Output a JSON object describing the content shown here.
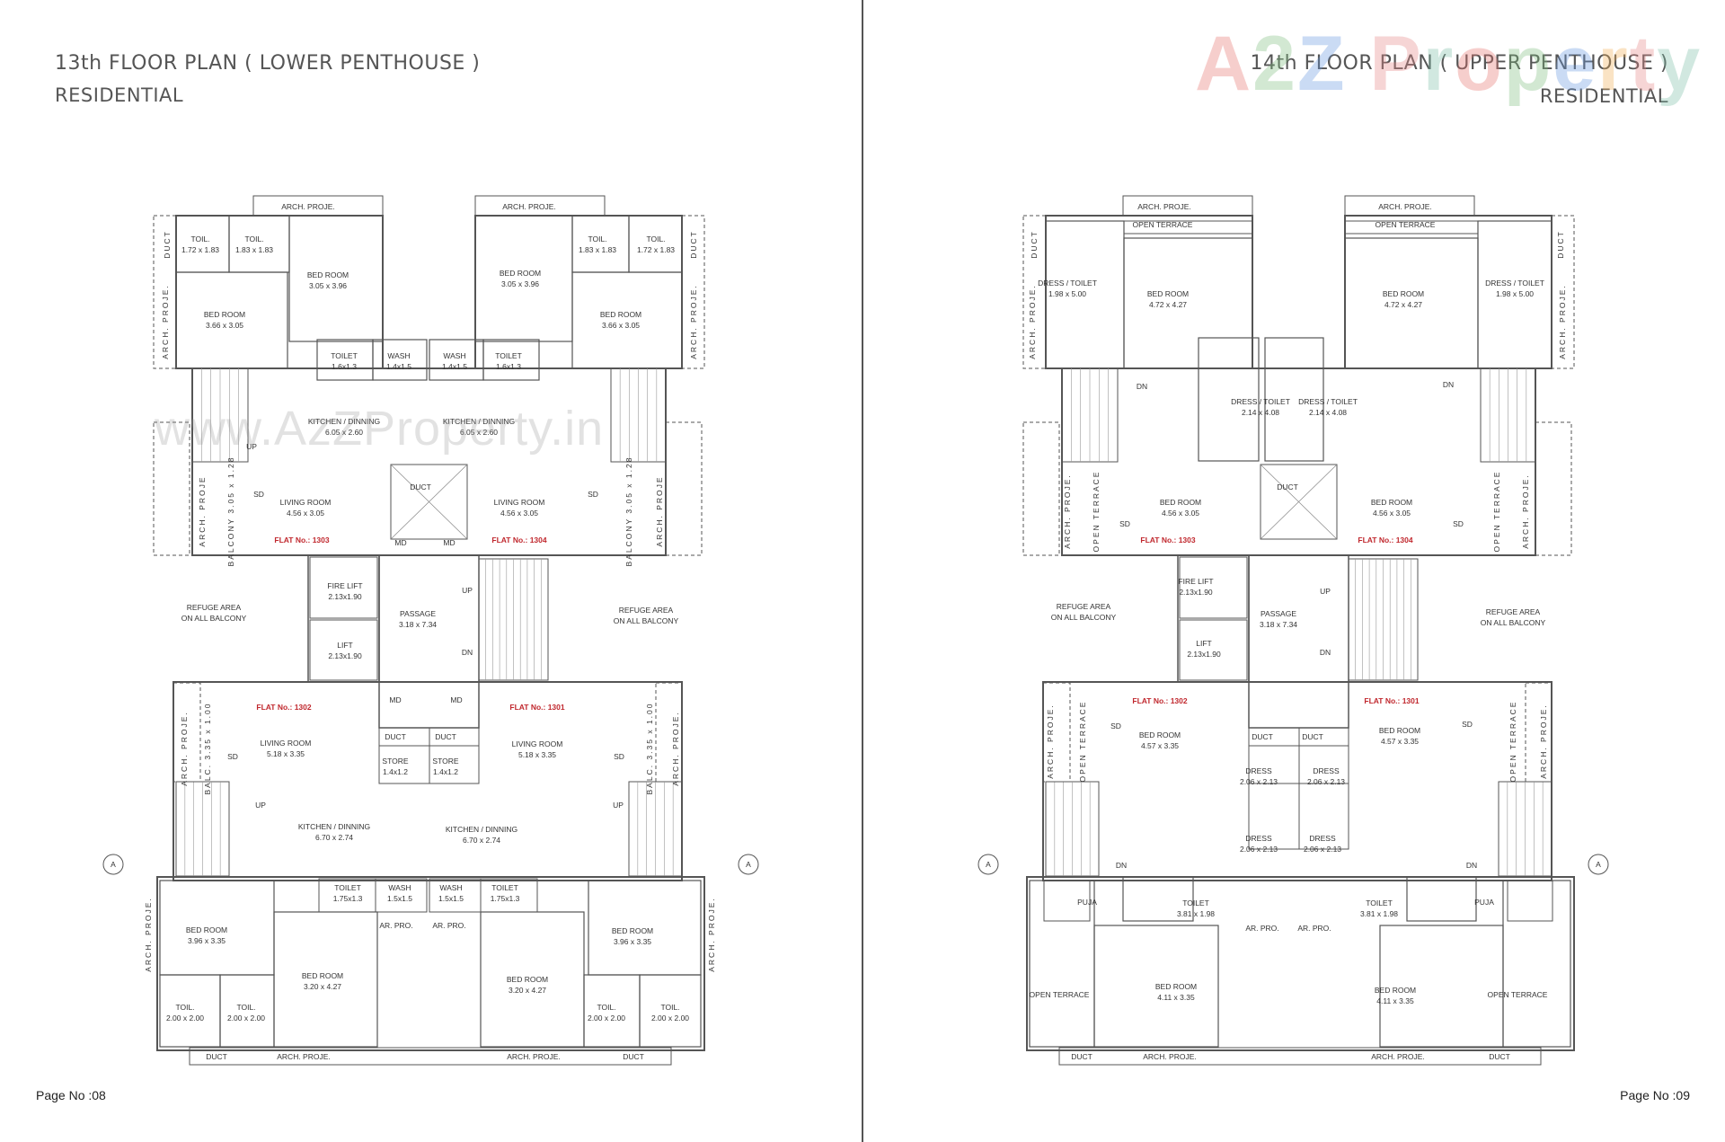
{
  "left_page": {
    "title": "13th FLOOR PLAN ( LOWER PENTHOUSE )",
    "subtitle": "RESIDENTIAL",
    "page_no": "Page No :08",
    "watermark": "www.AzZProperty.in",
    "labels": [
      {
        "name": "ARCH. PROJE.",
        "size": ""
      },
      {
        "name": "ARCH. PROJE.",
        "size": ""
      },
      {
        "name": "TOIL.",
        "size": "1.72 x 1.83"
      },
      {
        "name": "TOIL.",
        "size": "1.83 x 1.83"
      },
      {
        "name": "BED ROOM",
        "size": "3.05 x 3.96"
      },
      {
        "name": "BED ROOM",
        "size": "3.66 x 3.05"
      },
      {
        "name": "TOILET",
        "size": "1.6x1.3"
      },
      {
        "name": "WASH",
        "size": "1.4x1.5"
      },
      {
        "name": "WASH",
        "size": "1.4x1.5"
      },
      {
        "name": "TOILET",
        "size": "1.6x1.3"
      },
      {
        "name": "BED ROOM",
        "size": "3.05 x 3.96"
      },
      {
        "name": "TOIL.",
        "size": "1.83 x 1.83"
      },
      {
        "name": "TOIL.",
        "size": "1.72 x 1.83"
      },
      {
        "name": "BED ROOM",
        "size": "3.66 x 3.05"
      },
      {
        "name": "KITCHEN / DINNING",
        "size": "6.05 x 2.60"
      },
      {
        "name": "KITCHEN / DINNING",
        "size": "6.05 x 2.60"
      },
      {
        "name": "DUCT",
        "size": ""
      },
      {
        "name": "LIVING ROOM",
        "size": "4.56 x 3.05"
      },
      {
        "name": "LIVING ROOM",
        "size": "4.56 x 3.05"
      },
      {
        "name": "FIRE LIFT",
        "size": "2.13x1.90"
      },
      {
        "name": "LIFT",
        "size": "2.13x1.90"
      },
      {
        "name": "PASSAGE",
        "size": "3.18 x 7.34"
      },
      {
        "name": "REFUGE AREA",
        "size": "ON ALL BALCONY"
      },
      {
        "name": "REFUGE AREA",
        "size": "ON ALL BALCONY"
      },
      {
        "name": "LIVING ROOM",
        "size": "5.18 x 3.35"
      },
      {
        "name": "LIVING ROOM",
        "size": "5.18 x 3.35"
      },
      {
        "name": "DUCT",
        "size": ""
      },
      {
        "name": "DUCT",
        "size": ""
      },
      {
        "name": "STORE",
        "size": "1.4x1.2"
      },
      {
        "name": "STORE",
        "size": "1.4x1.2"
      },
      {
        "name": "KITCHEN / DINNING",
        "size": "6.70 x 2.74"
      },
      {
        "name": "KITCHEN / DINNING",
        "size": "6.70 x 2.74"
      },
      {
        "name": "TOILET",
        "size": "1.75x1.3"
      },
      {
        "name": "WASH",
        "size": "1.5x1.5"
      },
      {
        "name": "WASH",
        "size": "1.5x1.5"
      },
      {
        "name": "TOILET",
        "size": "1.75x1.3"
      },
      {
        "name": "AR. PRO.",
        "size": ""
      },
      {
        "name": "AR. PRO.",
        "size": ""
      },
      {
        "name": "BED ROOM",
        "size": "3.96 x 3.35"
      },
      {
        "name": "BED ROOM",
        "size": "3.96 x 3.35"
      },
      {
        "name": "BED ROOM",
        "size": "3.20 x 4.27"
      },
      {
        "name": "BED ROOM",
        "size": "3.20 x 4.27"
      },
      {
        "name": "TOIL.",
        "size": "2.00 x 2.00"
      },
      {
        "name": "TOIL.",
        "size": "2.00 x 2.00"
      },
      {
        "name": "TOIL.",
        "size": "2.00 x 2.00"
      },
      {
        "name": "TOIL.",
        "size": "2.00 x 2.00"
      },
      {
        "name": "DUCT",
        "size": ""
      },
      {
        "name": "ARCH. PROJE.",
        "size": ""
      },
      {
        "name": "ARCH. PROJE.",
        "size": ""
      },
      {
        "name": "DUCT",
        "size": ""
      }
    ],
    "vertical_labels": [
      "ARCH. PROJE.",
      "ARCH. PROJE.",
      "ARCH. PROJE",
      "BALCONY 3.05 x 1.28",
      "BALCONY 3.05 x 1.28",
      "ARCH. PROJE",
      "ARCH. PROJE.",
      "BALC. 3.35 x 1.00",
      "BALC. 3.35 x 1.00",
      "ARCH. PROJE.",
      "ARCH. PROJE.",
      "ARCH. PROJE.",
      "DUCT",
      "DUCT"
    ],
    "flats": [
      "FLAT No.: 1303",
      "FLAT No.: 1304",
      "FLAT No.: 1302",
      "FLAT No.: 1301"
    ],
    "marks": [
      "UP",
      "UP",
      "DN",
      "UP",
      "UP",
      "MD",
      "MD",
      "MD",
      "MD",
      "SD",
      "SD",
      "SD",
      "SD",
      "A",
      "A"
    ]
  },
  "right_page": {
    "title": "14th FLOOR PLAN ( UPPER PENTHOUSE )",
    "subtitle": "RESIDENTIAL",
    "page_no": "Page No :09",
    "logo": "A2Z Property",
    "labels": [
      {
        "name": "ARCH. PROJE.",
        "size": ""
      },
      {
        "name": "ARCH. PROJE.",
        "size": ""
      },
      {
        "name": "OPEN TERRACE",
        "size": ""
      },
      {
        "name": "OPEN TERRACE",
        "size": ""
      },
      {
        "name": "DRESS / TOILET",
        "size": "1.98 x 5.00"
      },
      {
        "name": "DRESS / TOILET",
        "size": "1.98 x 5.00"
      },
      {
        "name": "BED ROOM",
        "size": "4.72 x 4.27"
      },
      {
        "name": "BED ROOM",
        "size": "4.72 x 4.27"
      },
      {
        "name": "DRESS / TOILET",
        "size": "2.14 x 4.08"
      },
      {
        "name": "DRESS / TOILET",
        "size": "2.14 x 4.08"
      },
      {
        "name": "DUCT",
        "size": ""
      },
      {
        "name": "BED ROOM",
        "size": "4.56 x 3.05"
      },
      {
        "name": "BED ROOM",
        "size": "4.56 x 3.05"
      },
      {
        "name": "FIRE LIFT",
        "size": "2.13x1.90"
      },
      {
        "name": "LIFT",
        "size": "2.13x1.90"
      },
      {
        "name": "PASSAGE",
        "size": "3.18 x 7.34"
      },
      {
        "name": "REFUGE AREA",
        "size": "ON ALL BALCONY"
      },
      {
        "name": "REFUGE AREA",
        "size": "ON ALL BALCONY"
      },
      {
        "name": "BED ROOM",
        "size": "4.57 x 3.35"
      },
      {
        "name": "BED ROOM",
        "size": "4.57 x 3.35"
      },
      {
        "name": "DUCT",
        "size": ""
      },
      {
        "name": "DUCT",
        "size": ""
      },
      {
        "name": "DRESS",
        "size": "2.06 x 2.13"
      },
      {
        "name": "DRESS",
        "size": "2.06 x 2.13"
      },
      {
        "name": "DRESS",
        "size": "2.06 x 2.13"
      },
      {
        "name": "DRESS",
        "size": "2.06 x 2.13"
      },
      {
        "name": "PUJA",
        "size": ""
      },
      {
        "name": "PUJA",
        "size": ""
      },
      {
        "name": "TOILET",
        "size": "3.81 x 1.98"
      },
      {
        "name": "TOILET",
        "size": "3.81 x 1.98"
      },
      {
        "name": "AR. PRO.",
        "size": ""
      },
      {
        "name": "AR. PRO.",
        "size": ""
      },
      {
        "name": "OPEN TERRACE",
        "size": ""
      },
      {
        "name": "OPEN TERRACE",
        "size": ""
      },
      {
        "name": "BED ROOM",
        "size": "4.11 x 3.35"
      },
      {
        "name": "BED ROOM",
        "size": "4.11 x 3.35"
      },
      {
        "name": "DUCT",
        "size": ""
      },
      {
        "name": "ARCH. PROJE.",
        "size": ""
      },
      {
        "name": "ARCH. PROJE.",
        "size": ""
      },
      {
        "name": "DUCT",
        "size": ""
      }
    ],
    "vertical_labels": [
      "ARCH. PROJE.",
      "ARCH. PROJE.",
      "ARCH. PROJE.",
      "OPEN TERRACE",
      "OPEN TERRACE",
      "ARCH. PROJE.",
      "ARCH. PROJE.",
      "OPEN TERRACE",
      "OPEN TERRACE",
      "ARCH. PROJE.",
      "DUCT",
      "DUCT"
    ],
    "flats": [
      "FLAT No.: 1303",
      "FLAT No.: 1304",
      "FLAT No.: 1302",
      "FLAT No.: 1301"
    ],
    "marks": [
      "DN",
      "DN",
      "UP",
      "DN",
      "DN",
      "DN",
      "SD",
      "SD",
      "SD",
      "SD",
      "A",
      "A"
    ]
  },
  "colors": {
    "flat_label": "#c0272d",
    "wall": "#555555",
    "logo": [
      "#e8746f",
      "#7fbf7f",
      "#6b9be0",
      "#f2b25a",
      "#e88a8a",
      "#7ec0a8"
    ]
  }
}
